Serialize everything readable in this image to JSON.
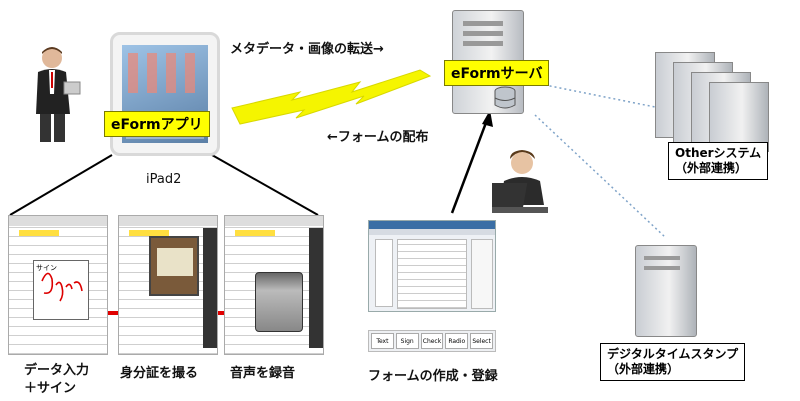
{
  "labels": {
    "transfer": "メタデータ・画像の転送→",
    "distribute": "←フォームの配布",
    "app": "eFormアプリ",
    "server": "eFormサーバ",
    "device": "iPad2",
    "other_line1": "Otherシステム",
    "other_line2": "（外部連携）",
    "stamp_line1": "デジタルタイムスタンプ",
    "stamp_line2": "（外部連携）",
    "step1_line1": "データ入力",
    "step1_line2": "＋サイン",
    "step2": "身分証を撮る",
    "step3": "音声を録音",
    "step4": "フォームの作成・登録",
    "sign_text": "サイン"
  },
  "toolbar": {
    "buttons": [
      "Text",
      "Sign",
      "Check",
      "Radio",
      "Select"
    ]
  },
  "colors": {
    "lightning": "#f5f500",
    "arrow_red": "#e00000",
    "label_yellow": "#ffff00"
  }
}
